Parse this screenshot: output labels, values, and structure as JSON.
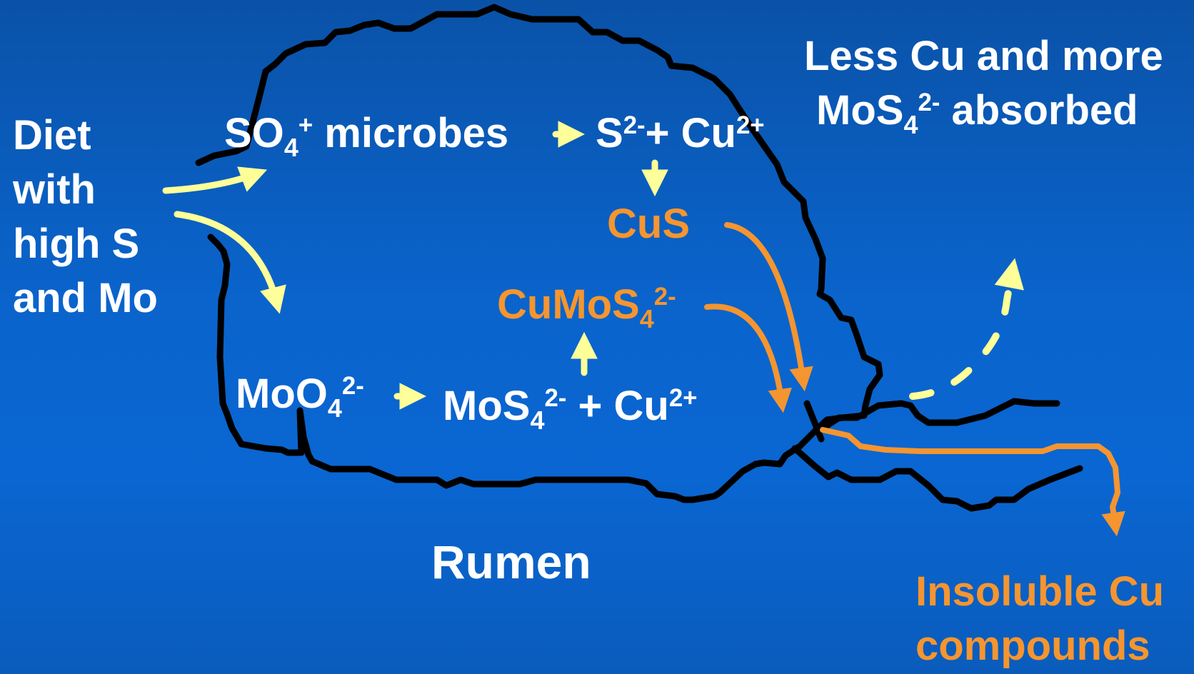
{
  "diet": {
    "lines": [
      "Diet",
      "with",
      "high S",
      "and Mo"
    ]
  },
  "so4": {
    "base": "SO",
    "sub": "4",
    "sup": "+",
    "tail": " microbes"
  },
  "s2cu": {
    "s": "S",
    "s_sup": "2-",
    "plus": "+ Cu",
    "cu_sup": "2+"
  },
  "cus": {
    "label": "CuS"
  },
  "cumos4": {
    "base": "CuMoS",
    "sub": "4",
    "sup": "2-"
  },
  "moo4": {
    "base": "MoO",
    "sub": "4",
    "sup": "2-"
  },
  "mos4cu": {
    "base": "MoS",
    "sub": "4",
    "sup": "2-",
    "plus": " + Cu",
    "cu_sup": "2+"
  },
  "rumen": {
    "label": "Rumen"
  },
  "absorbed": {
    "line1": "Less Cu and more",
    "line2_base": "MoS",
    "line2_sub": "4",
    "line2_sup": "2-",
    "line2_tail": " absorbed"
  },
  "insoluble": {
    "line1": "Insoluble Cu",
    "line2": "compounds"
  },
  "colors": {
    "background": "#0a64cc",
    "outline": "#000000",
    "yellow_arrow": "#ffff99",
    "orange": "#f5952f",
    "text": "#ffffff"
  }
}
